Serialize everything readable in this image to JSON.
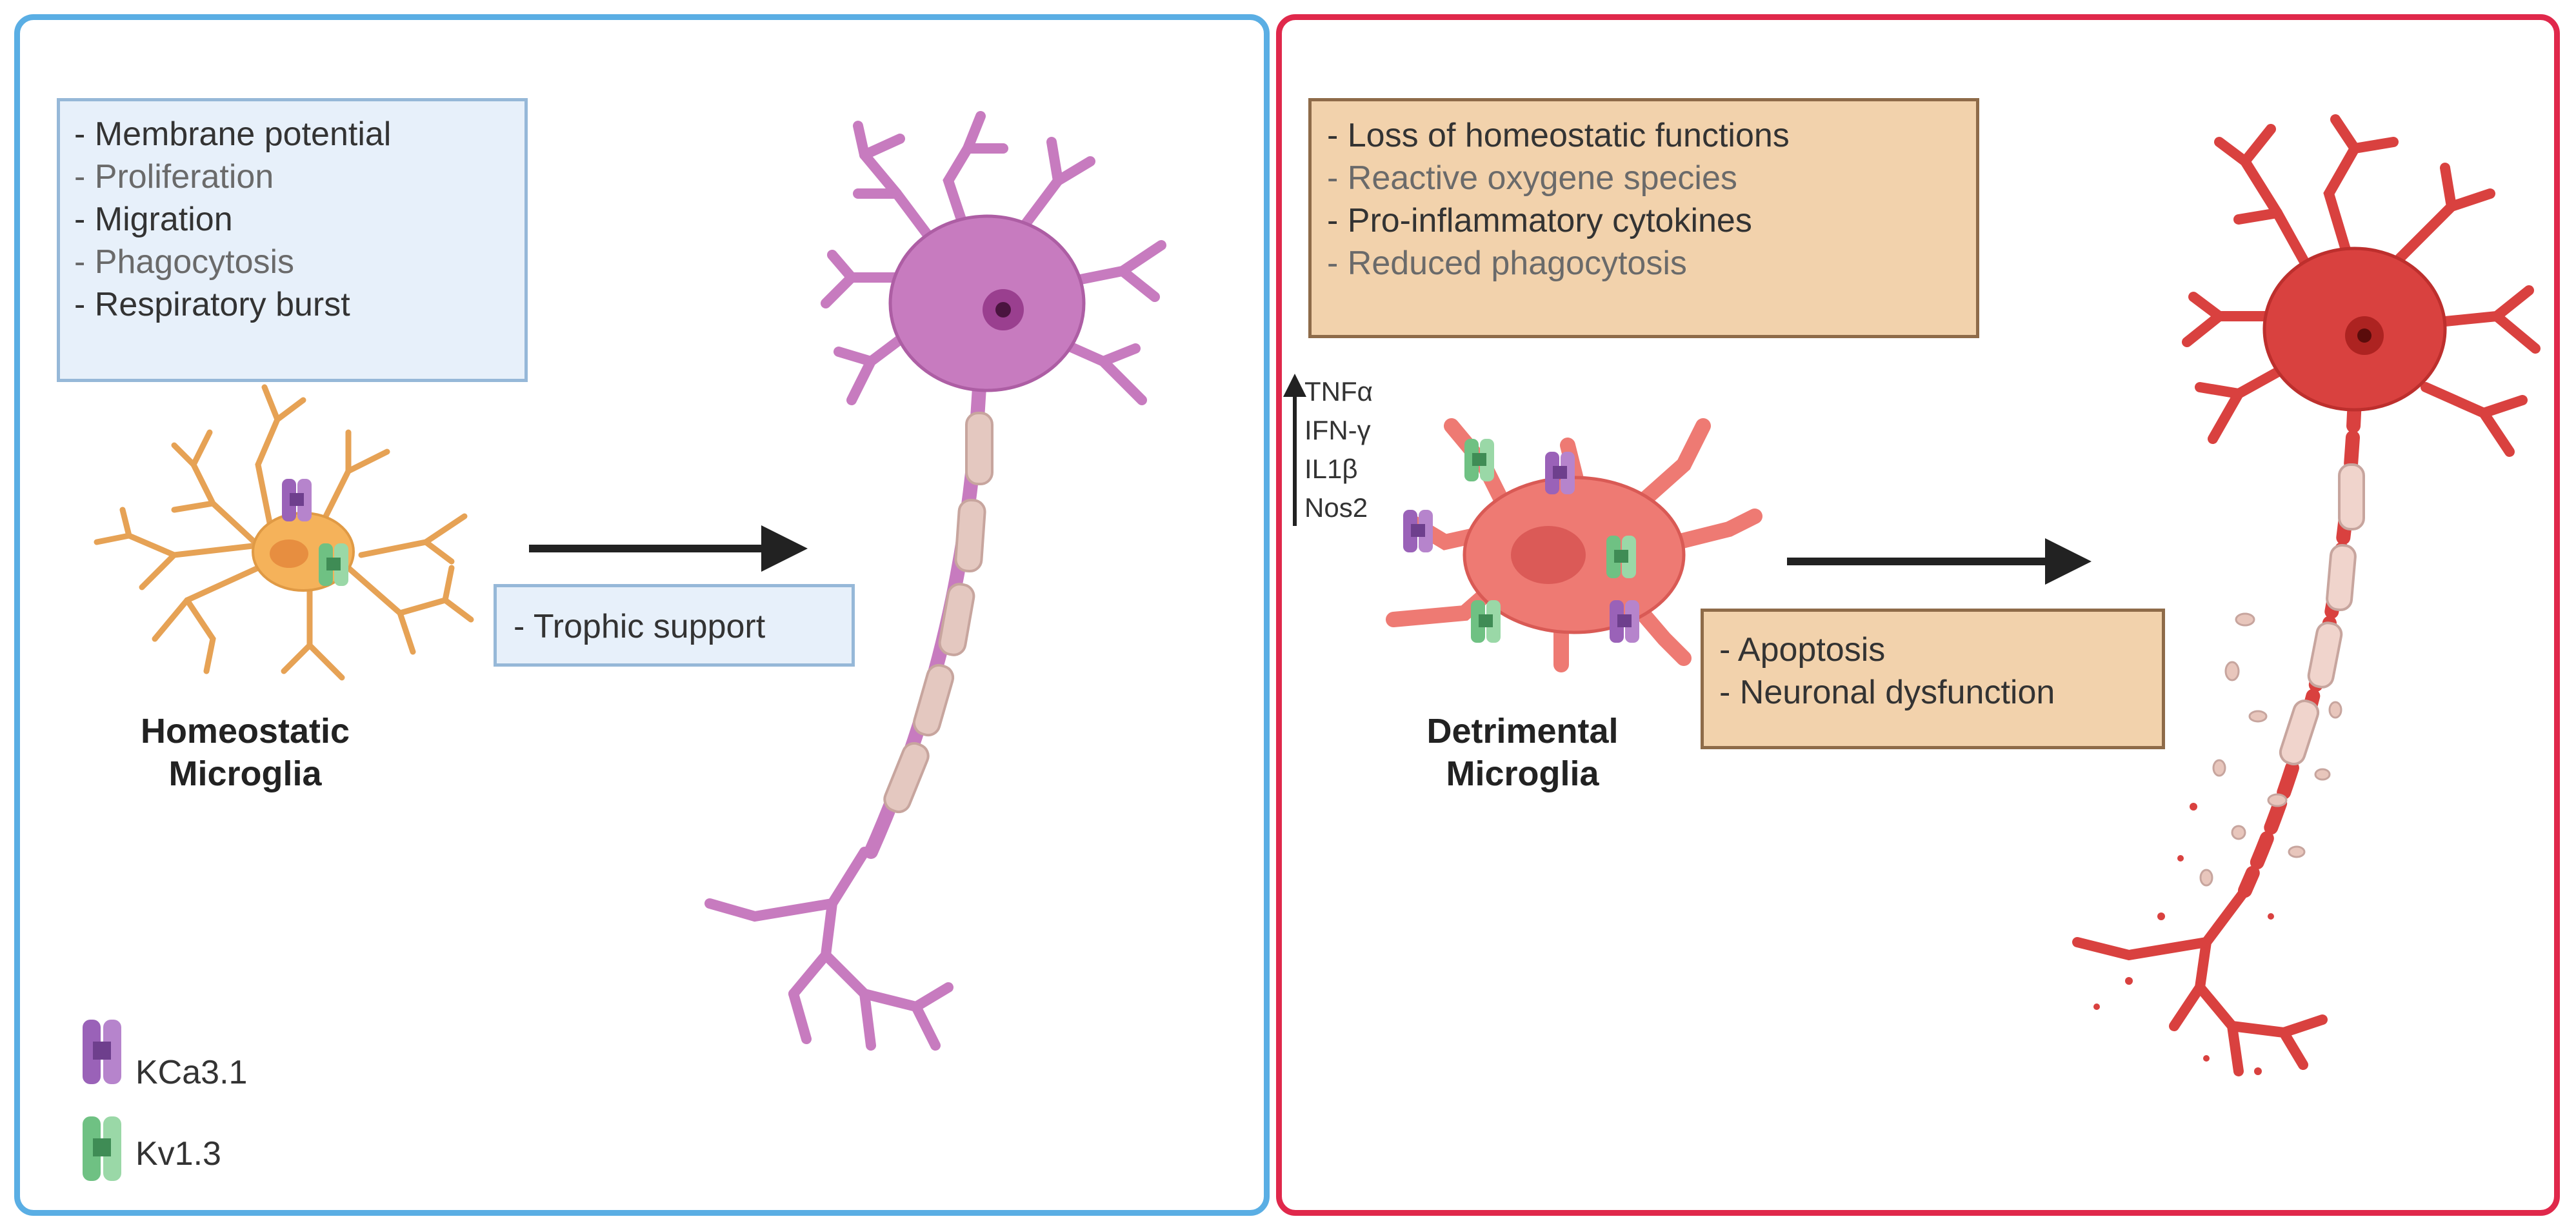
{
  "left_panel": {
    "functions": [
      "- Membrane potential",
      "- Proliferation",
      "- Migration",
      "- Phagocytosis",
      "- Respiratory burst"
    ],
    "trophic": "- Trophic support",
    "caption": [
      "Homeostatic",
      "Microglia"
    ]
  },
  "right_panel": {
    "effects": [
      "- Loss of homeostatic functions",
      "- Reactive oxygene species",
      "- Pro-inflammatory cytokines",
      "- Reduced phagocytosis"
    ],
    "markers": [
      "TNFα",
      "IFN-γ",
      "IL1β",
      "Nos2"
    ],
    "outcomes": [
      "- Apoptosis",
      "- Neuronal dysfunction"
    ],
    "caption": [
      "Detrimental",
      "Microglia"
    ]
  },
  "legend": [
    {
      "label": "KCa3.1",
      "icon": "kca31-channel-icon",
      "color": "#a66bbf"
    },
    {
      "label": "Kv1.3",
      "icon": "kv13-channel-icon",
      "color": "#7fcf8e"
    }
  ],
  "colors": {
    "left_border": "#5aaee4",
    "right_border": "#e0284b",
    "microglia_homeostatic": "#f5b25a",
    "neuron_healthy": "#c77bbf",
    "microglia_detrimental": "#ee7a73",
    "neuron_damaged": "#d9413f"
  }
}
